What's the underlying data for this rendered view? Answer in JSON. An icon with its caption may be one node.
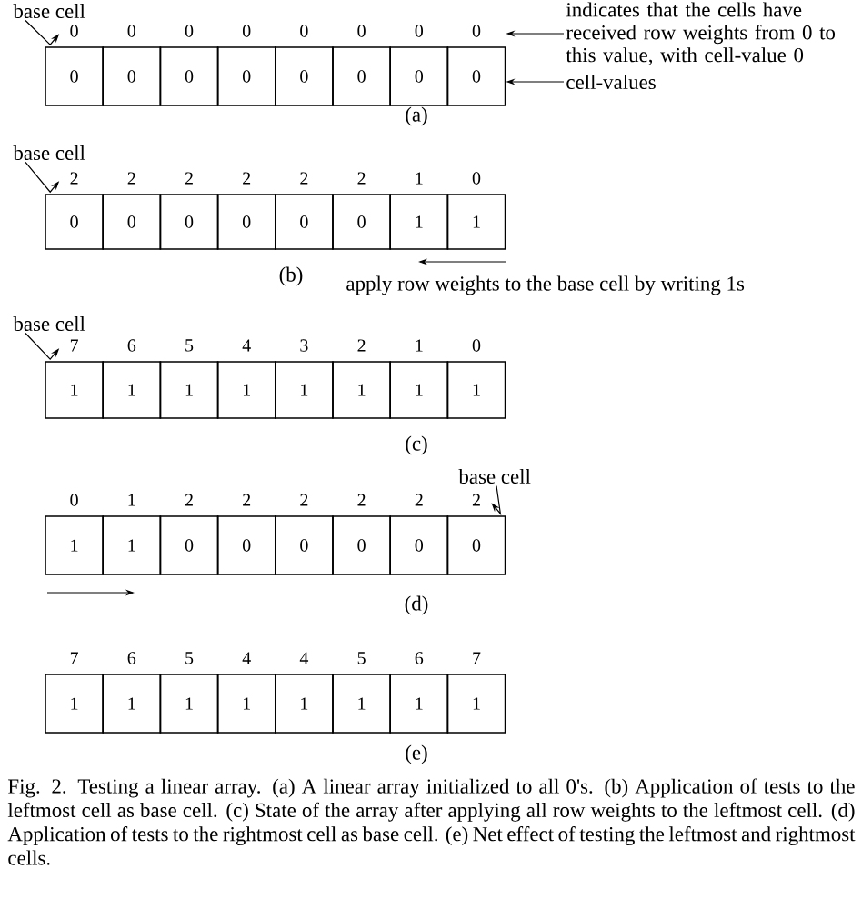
{
  "diagram": {
    "caption": "Fig. 2. Testing a linear array. (a) A linear array initialized to all 0's. (b) Application of tests to the leftmost cell as base cell. (c) State of the array after applying all row weights to the leftmost cell. (d) Application of tests to the rightmost cell as base cell. (e) Net effect of testing the leftmost and rightmost cells.",
    "nodes": [
      {
        "text": [
          "base cell"
        ]
      },
      {
        "text": [
          "0"
        ],
        "beside": [
          "0"
        ]
      },
      {
        "text": [
          "0"
        ],
        "beside": [
          "0"
        ]
      },
      {
        "text": [
          "0"
        ],
        "beside": [
          "0"
        ]
      },
      {
        "text": [
          "0"
        ],
        "beside": [
          "0"
        ]
      },
      {
        "text": [
          "0"
        ],
        "beside": [
          "0"
        ]
      },
      {
        "text": [
          "0"
        ],
        "beside": [
          "0"
        ]
      },
      {
        "text": [
          "0"
        ],
        "beside": [
          "0"
        ]
      },
      {
        "text": [
          "0"
        ],
        "beside": [
          "0"
        ]
      },
      {
        "text": [
          "indicates that the cells have received row weights from 0 to this value, with cell-value 0"
        ]
      },
      {
        "text": [
          "cell-values"
        ]
      },
      {
        "text": [
          "base cell"
        ]
      },
      {
        "text": [
          "0"
        ],
        "beside": [
          "2"
        ]
      },
      {
        "text": [
          "0"
        ],
        "beside": [
          "2"
        ]
      },
      {
        "text": [
          "0"
        ],
        "beside": [
          "2"
        ]
      },
      {
        "text": [
          "0"
        ],
        "beside": [
          "2"
        ]
      },
      {
        "text": [
          "0"
        ],
        "beside": [
          "2"
        ]
      },
      {
        "text": [
          "0"
        ],
        "beside": [
          "2"
        ]
      },
      {
        "text": [
          "1"
        ],
        "beside": [
          "1"
        ]
      },
      {
        "text": [
          "1"
        ],
        "beside": [
          "0"
        ]
      },
      {
        "text": [
          "base cell"
        ]
      },
      {
        "text": [
          "1"
        ],
        "beside": [
          "7"
        ]
      },
      {
        "text": [
          "1"
        ],
        "beside": [
          "6"
        ]
      },
      {
        "text": [
          "1"
        ],
        "beside": [
          "5"
        ]
      },
      {
        "text": [
          "1"
        ],
        "beside": [
          "4"
        ]
      },
      {
        "text": [
          "1"
        ],
        "beside": [
          "3"
        ]
      },
      {
        "text": [
          "1"
        ],
        "beside": [
          "2"
        ]
      },
      {
        "text": [
          "1"
        ],
        "beside": [
          "1"
        ]
      },
      {
        "text": [
          "1"
        ],
        "beside": [
          "0"
        ]
      },
      {
        "text": [
          "base cell"
        ]
      },
      {
        "text": [
          "1"
        ],
        "beside": [
          "0"
        ]
      },
      {
        "text": [
          "1"
        ],
        "beside": [
          "1"
        ]
      },
      {
        "text": [
          "0"
        ],
        "beside": [
          "2"
        ]
      },
      {
        "text": [
          "0"
        ],
        "beside": [
          "2"
        ]
      },
      {
        "text": [
          "0"
        ],
        "beside": [
          "2"
        ]
      },
      {
        "text": [
          "0"
        ],
        "beside": [
          "2"
        ]
      },
      {
        "text": [
          "0"
        ],
        "beside": [
          "2"
        ]
      },
      {
        "text": [
          "0"
        ],
        "beside": [
          "2"
        ]
      },
      {
        "text": [
          "1"
        ],
        "beside": [
          "7"
        ]
      },
      {
        "text": [
          "1"
        ],
        "beside": [
          "6"
        ]
      },
      {
        "text": [
          "1"
        ],
        "beside": [
          "5"
        ]
      },
      {
        "text": [
          "1"
        ],
        "beside": [
          "4"
        ]
      },
      {
        "text": [
          "1"
        ],
        "beside": [
          "4"
        ]
      },
      {
        "text": [
          "1"
        ],
        "beside": [
          "5"
        ]
      },
      {
        "text": [
          "1"
        ],
        "beside": [
          "6"
        ]
      },
      {
        "text": [
          "1"
        ],
        "beside": [
          "7"
        ]
      }
    ],
    "edges": [
      {
        "from": 0,
        "to": 1,
        "arrow": "to"
      },
      {
        "from": 9,
        "to": 8,
        "arrow": "to"
      },
      {
        "from": 10,
        "to": 8,
        "arrow": "to"
      },
      {
        "from": 11,
        "to": 12,
        "arrow": "to"
      },
      {
        "from": 20,
        "to": 21,
        "arrow": "to"
      },
      {
        "from": 29,
        "to": 37,
        "arrow": "to"
      }
    ],
    "labels": [
      "(a)",
      "(b)",
      "apply row weights to the base cell by writing 1s",
      "(c)",
      "(d)",
      "(e)"
    ]
  }
}
